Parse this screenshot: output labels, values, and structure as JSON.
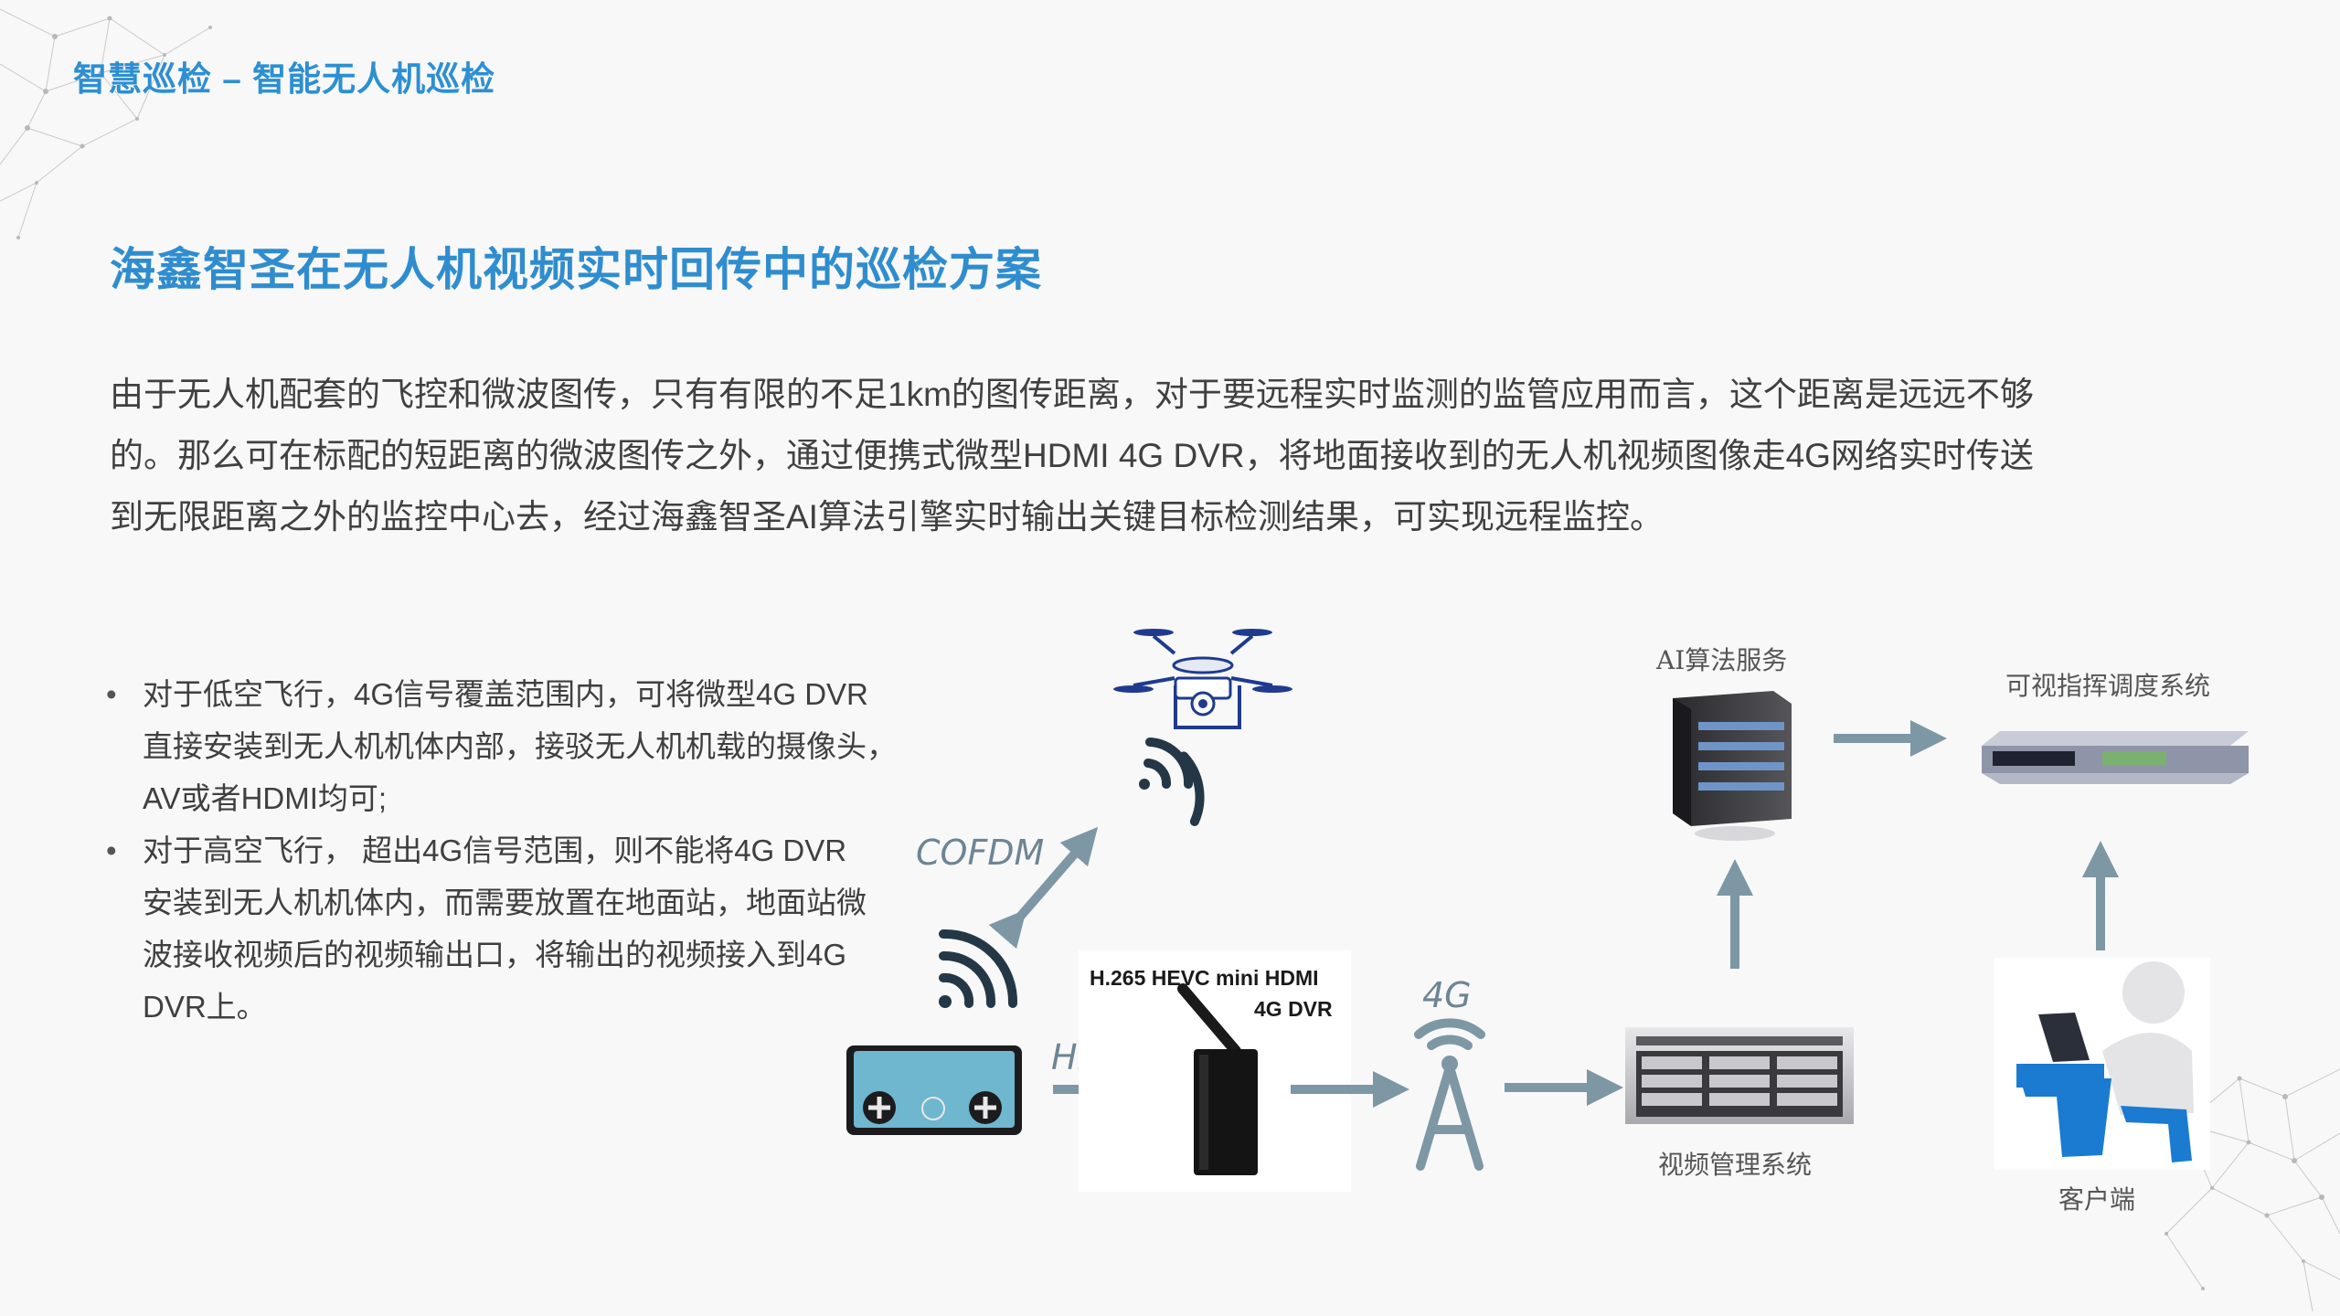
{
  "header": {
    "title": "智慧巡检 – 智能无人机巡检"
  },
  "section": {
    "title": "海鑫智圣在无人机视频实时回传中的巡检方案"
  },
  "intro": {
    "lines": [
      "由于无人机配套的飞控和微波图传，只有有限的不足1km的图传距离，对于要远程实时监测的监管应用而言，这个距离是远远不够",
      "的。那么可在标配的短距离的微波图传之外，通过便携式微型HDMI 4G DVR，将地面接收到的无人机视频图像走4G网络实时传送",
      "到无限距离之外的监控中心去，经过海鑫智圣AI算法引擎实时输出关键目标检测结果，可实现远程监控。"
    ]
  },
  "bullets": [
    {
      "lines": [
        "对于低空飞行，4G信号覆盖范围内，可将微型4G DVR",
        "直接安装到无人机机体内部，接驳无人机机载的摄像头，",
        "AV或者HDMI均可;"
      ]
    },
    {
      "lines": [
        "对于高空飞行， 超出4G信号范围，则不能将4G DVR",
        "安装到无人机机体内，而需要放置在地面站，地面站微",
        "波接收视频后的视频输出口，将输出的视频接入到4G",
        "DVR上。"
      ]
    }
  ],
  "diagram": {
    "cofdm_label": "COFDM",
    "hdmi_label": "HDMI",
    "dvr_label_line1": "H.265 HEVC mini HDMI",
    "dvr_label_line2": "4G DVR",
    "fourg_label": "4G",
    "ai_label": "AI算法服务",
    "command_label": "可视指挥调度系统",
    "vms_label": "视频管理系统",
    "client_label": "客户端"
  },
  "colors": {
    "title_blue": "#2d8fd2",
    "arrow_gray": "#7d97a5",
    "body_text": "#404040"
  }
}
